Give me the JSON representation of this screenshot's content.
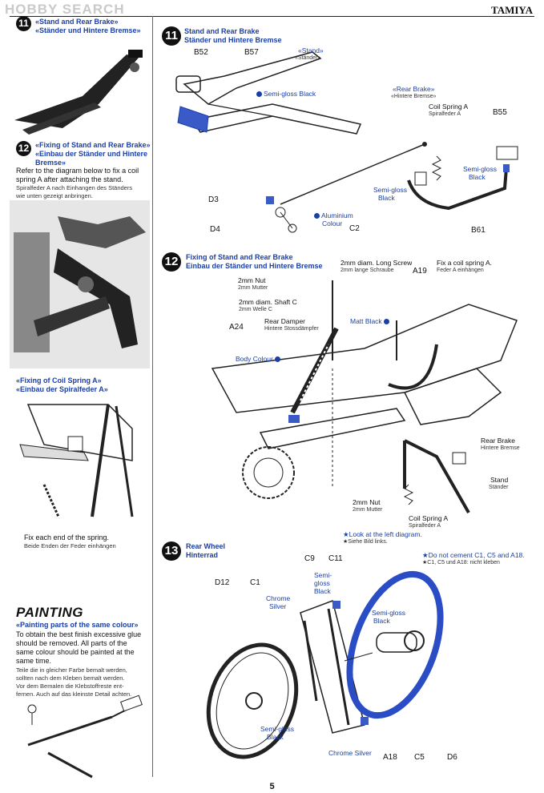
{
  "watermark": "HOBBY SEARCH",
  "brand": "TAMIYA",
  "page_number": "5",
  "colors": {
    "accent_blue": "#1a3fa6"
  },
  "left": {
    "step11": {
      "number": "11",
      "title_en": "«Stand and Rear Brake»",
      "title_de": "«Ständer und Hintere Bremse»"
    },
    "step12": {
      "number": "12",
      "title_en": "«Fixing of Stand and Rear Brake»",
      "title_de1": "«Einbau der Ständer und Hintere",
      "title_de2": "Bremse»",
      "text_en1": "Refer to the diagram below to fix a coil",
      "text_en2": "spring A after attaching the stand.",
      "text_de1": "Spiralfeder A nach Einhangen des Ständers",
      "text_de2": "wie unten gezeigt anbringen."
    },
    "spring": {
      "title_en": "«Fixing of Coil Spring A»",
      "title_de": "«Einbau der Spiralfeder A»",
      "caption_en": "Fix each end of the spring.",
      "caption_de": "Beide Enden der Feder einhängen"
    },
    "painting": {
      "title": "PAINTING",
      "subtitle": "«Painting parts of the same colour»",
      "lines_en": [
        "To obtain the best finish excessive glue",
        "should be removed. All parts of the",
        "same colour should be painted at the",
        "same time."
      ],
      "lines_de": [
        "Teile die in gleicher Farbe bemalt werden,",
        "sollten nach dem Kleben bemalt werden.",
        "Vor dem Bemalen die Klebstoffreste ent-",
        "fernen. Auch auf das kleinste Detail achten."
      ]
    }
  },
  "step11": {
    "number": "11",
    "title_en": "Stand and Rear Brake",
    "title_de": "Ständer und Hintere Bremse",
    "sub_stand_en": "«Stand»",
    "sub_stand_de": "«Ständer»",
    "sub_brake_en": "«Rear Brake»",
    "sub_brake_de": "«Hintere Bremse»",
    "spring_en": "Coil Spring A",
    "spring_de": "Spiralfeder A",
    "parts": {
      "b52": "B52",
      "b57": "B57",
      "b55": "B55",
      "b61": "B61",
      "d3": "D3",
      "d4": "D4",
      "c2": "C2"
    },
    "paint_semigloss1": "Semi-gloss Black",
    "paint_semigloss2a": "Semi-",
    "paint_semigloss2b": "gloss",
    "paint_semigloss2c": "Black",
    "paint_semigloss3a": "Semi-gloss",
    "paint_semigloss3b": "Black",
    "paint_alu1": "Aluminium",
    "paint_alu2": "Colour"
  },
  "step12": {
    "number": "12",
    "title_en": "Fixing of Stand and Rear Brake",
    "title_de": "Einbau der Ständer und Hintere Bremse",
    "nut_top_en": "2mm Nut",
    "nut_top_de": "2mm Mutter",
    "shaft_en": "2mm diam. Shaft C",
    "shaft_de": "2mm Welle C",
    "screw_en": "2mm diam. Long Screw",
    "screw_de": "2mm lange Schraube",
    "a19": "A19",
    "fix_spring_en": "Fix a coil spring A.",
    "fix_spring_de": "Feder A einhängen",
    "a24": "A24",
    "damper_en": "Rear Damper",
    "damper_de": "Hintere Stossdämpfer",
    "paint_matt": "Matt Black",
    "paint_body": "Body Colour",
    "rear_brake_en": "Rear Brake",
    "rear_brake_de": "Hintere Bremse",
    "stand_en": "Stand",
    "stand_de": "Ständer",
    "nut_bot_en": "2mm Nut",
    "nut_bot_de": "2mm Mutter",
    "coil_en": "Coil Spring A",
    "coil_de": "Spiralfeder A",
    "note_en": "★Look at the left diagram.",
    "note_de": "★Siehe Bild links."
  },
  "step13": {
    "number": "13",
    "title_en": "Rear Wheel",
    "title_de": "Hinterrad",
    "note_en": "★Do not cement C1, C5 and A18.",
    "note_de": "★C1, C5 und A18: nicht kleben",
    "parts": {
      "c9": "C9",
      "c11": "C11",
      "d12": "D12",
      "c1": "C1",
      "a18": "A18",
      "c5": "C5",
      "d6": "D6"
    },
    "paint_chrome1a": "Chrome",
    "paint_chrome1b": "Silver",
    "paint_semi1a": "Semi-",
    "paint_semi1b": "gloss",
    "paint_semi1c": "Black",
    "paint_semi2a": "Semi-gloss",
    "paint_semi2b": "Black",
    "paint_semi3a": "Semi-gloss",
    "paint_semi3b": "Black",
    "paint_chrome2": "Chrome Silver"
  }
}
